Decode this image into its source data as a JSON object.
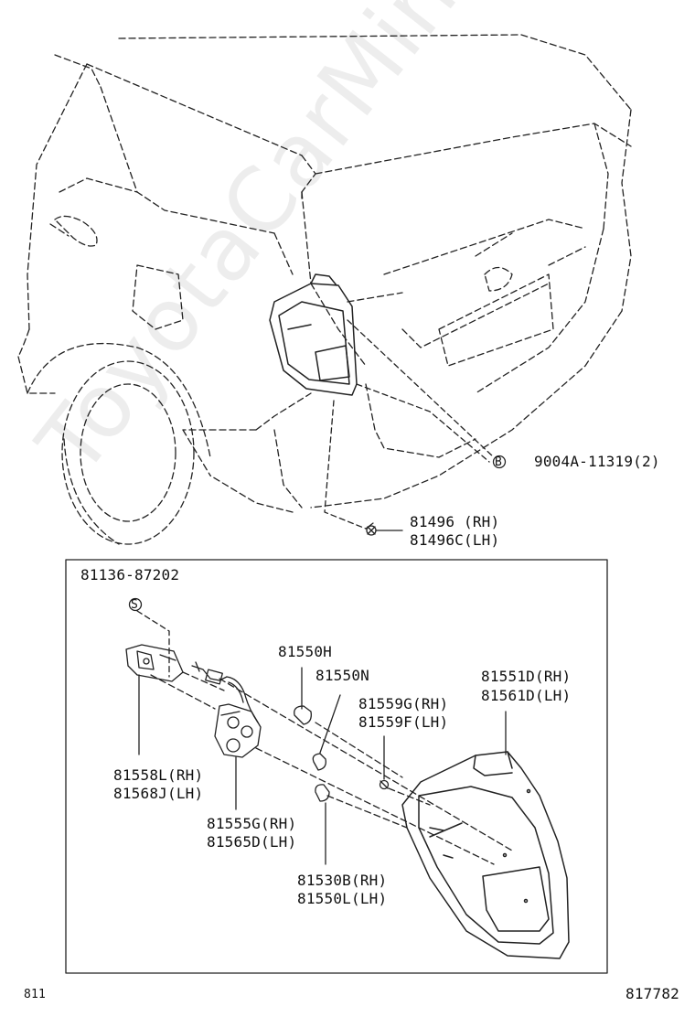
{
  "watermark": "ToyotaCarMine.ru",
  "parts": {
    "bolt_9004a": "9004A-11319(2)",
    "p81496_rh": "81496 (RH)",
    "p81496_lh": "81496C(LH)",
    "p81136": "81136-87202",
    "p81550h": "81550H",
    "p81550n": "81550N",
    "p81551_rh": "81551D(RH)",
    "p81561_lh": "81561D(LH)",
    "p81559_rh": "81559G(RH)",
    "p81559_lh": "81559F(LH)",
    "p81558_rh": "81558L(RH)",
    "p81568_lh": "81568J(LH)",
    "p81555_rh": "81555G(RH)",
    "p81565_lh": "81565D(LH)",
    "p81530_rh": "81530B(RH)",
    "p81550l_lh": "81550L(LH)"
  },
  "callout_symbols": {
    "b": "B",
    "s": "S"
  },
  "footer": {
    "left_code": "811",
    "right_code": "817782"
  }
}
